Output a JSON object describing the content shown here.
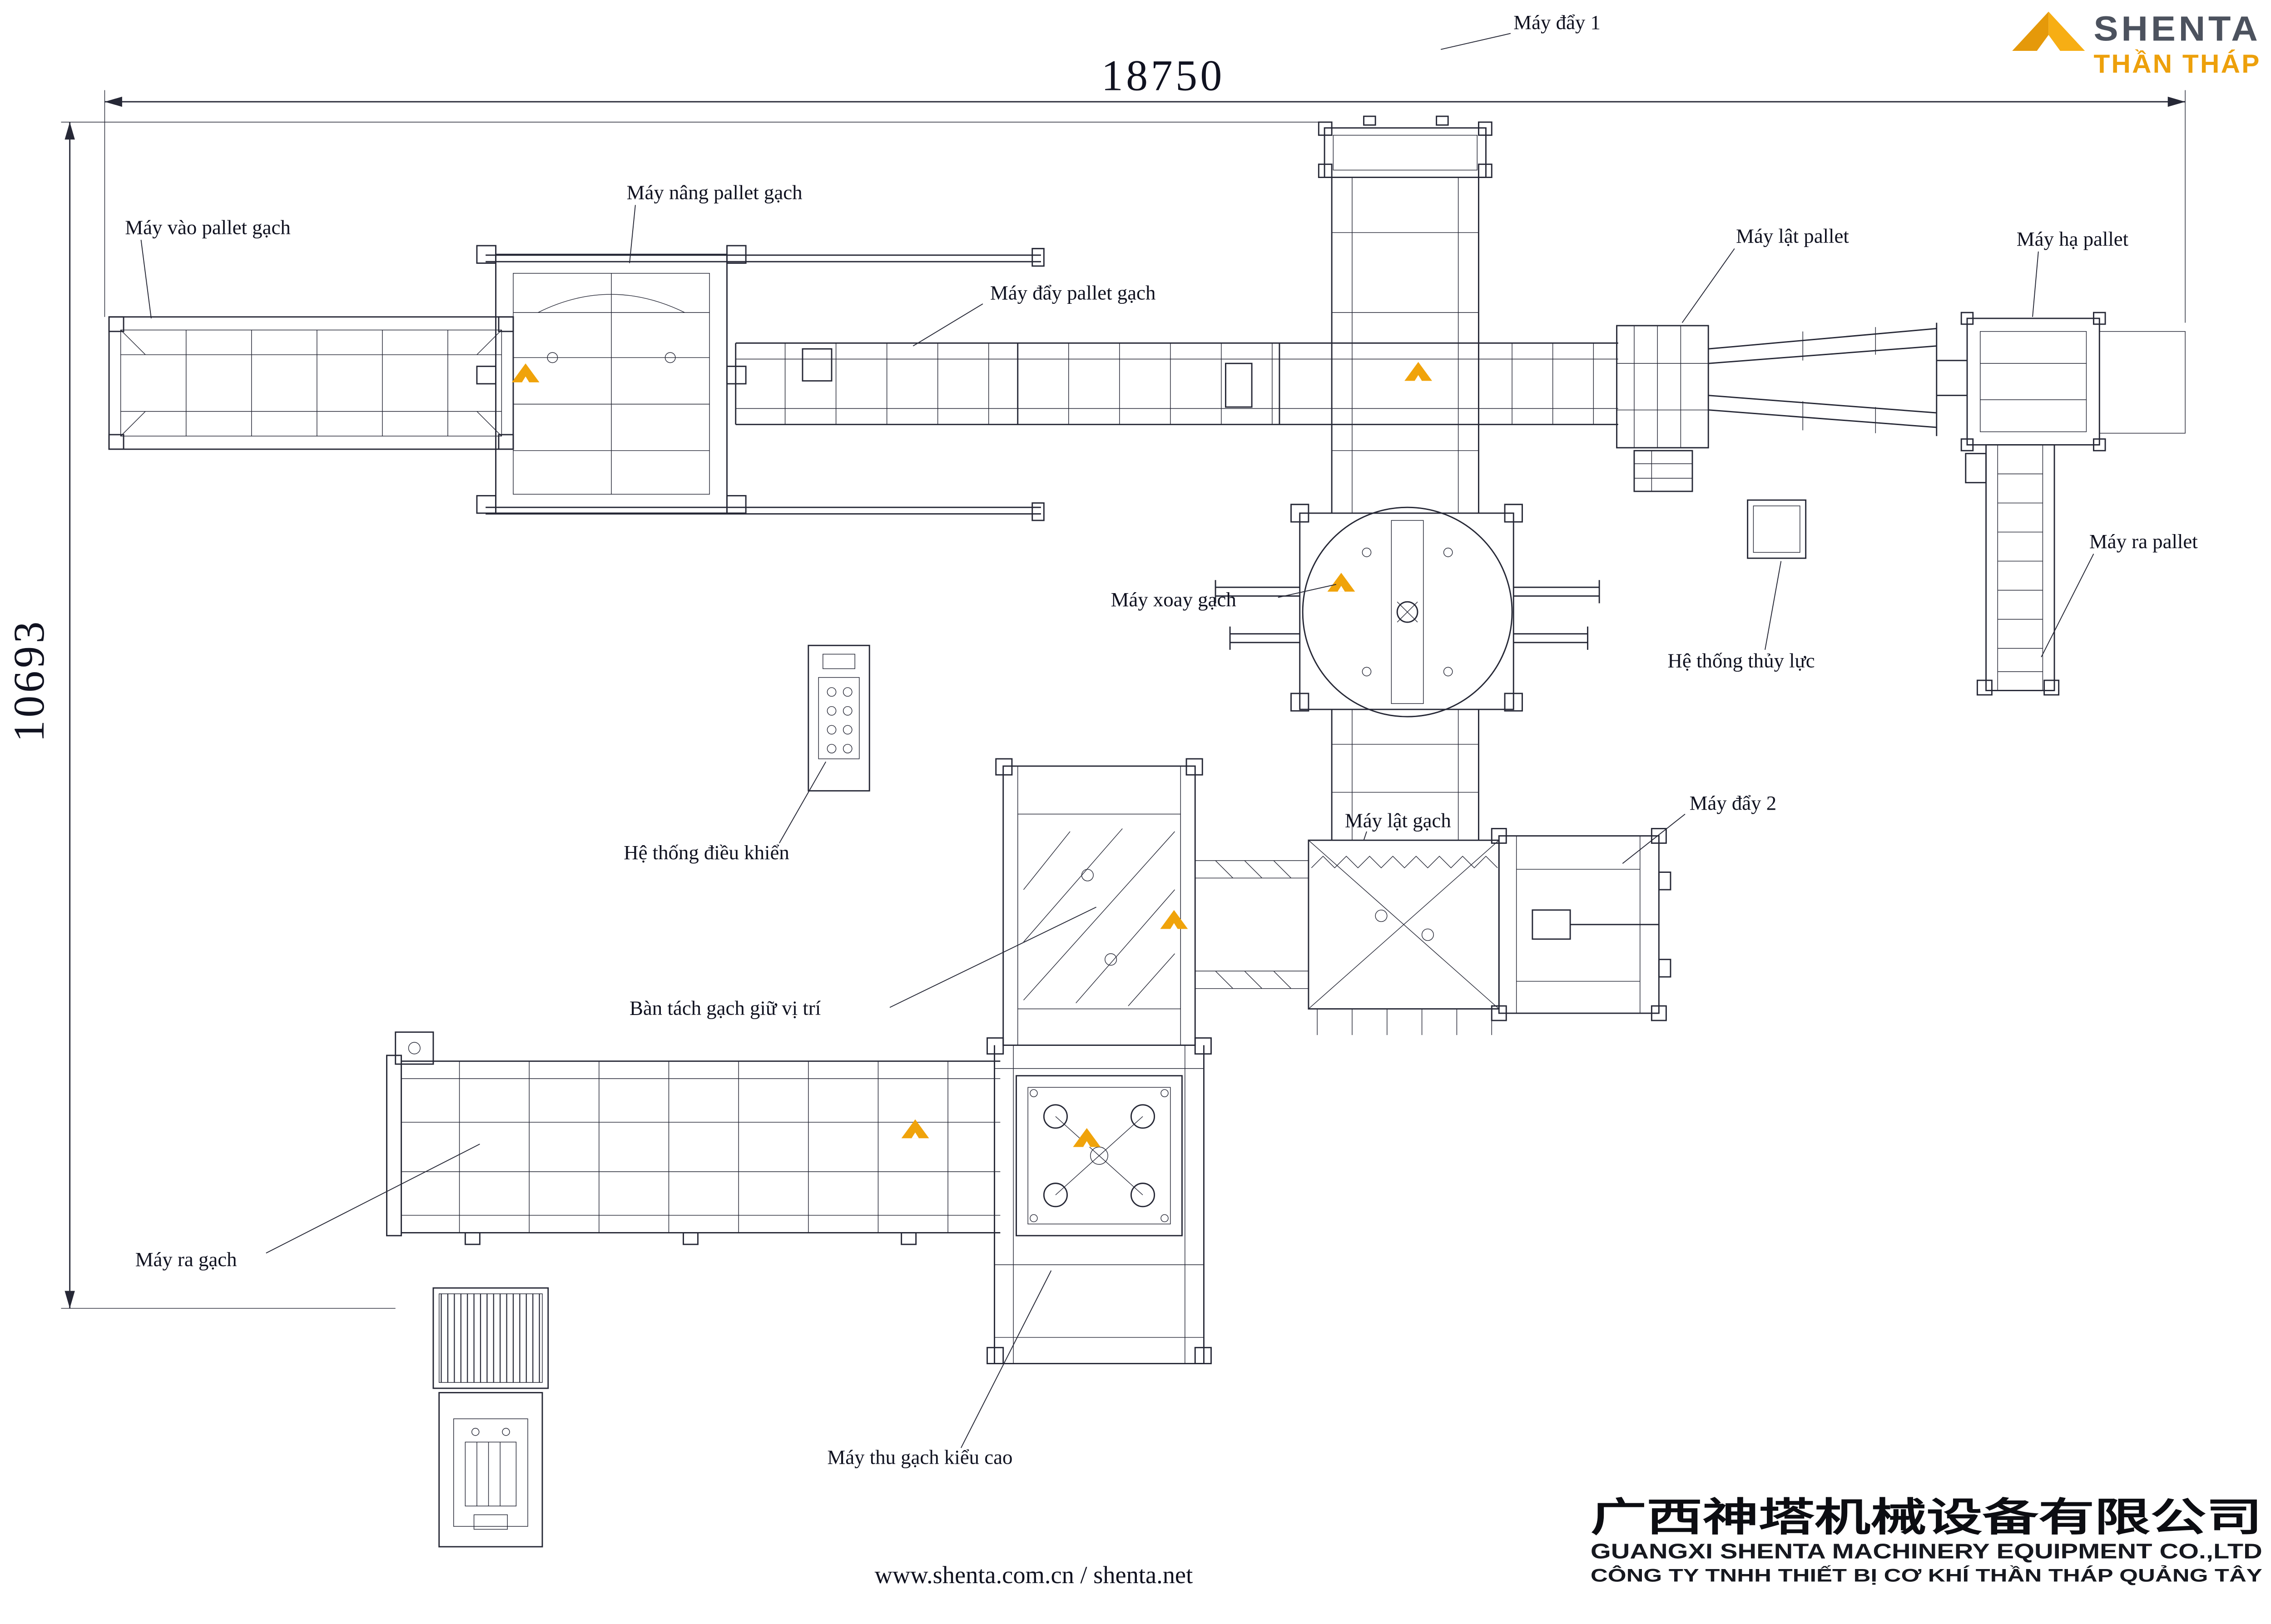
{
  "dimensions": {
    "width": "18750",
    "height": "10693"
  },
  "brand": {
    "name": "SHENTA",
    "tagline": "THẦN THÁP",
    "accent": "#F0A30A"
  },
  "labels": {
    "may_vao_pallet_gach": "Máy vào pallet gạch",
    "may_nang_pallet_gach": "Máy nâng pallet gạch",
    "may_day_pallet_gach": "Máy đẩy pallet gạch",
    "may_day_1": "Máy đẩy 1",
    "may_lat_pallet": "Máy lật pallet",
    "may_ha_pallet": "Máy hạ pallet",
    "may_ra_pallet": "Máy ra pallet",
    "may_xoay_gach": "Máy xoay gạch",
    "he_thong_thuy_luc": "Hệ thống thủy lực",
    "he_thong_dieu_khien": "Hệ thống điều khiển",
    "may_lat_gach": "Máy lật gạch",
    "may_day_2": "Máy đẩy 2",
    "ban_tach_gach_giu_vi_tri": "Bàn tách gạch giữ vị trí",
    "may_ra_gach": "Máy ra gạch",
    "may_thu_gach_kieu_cao": "Máy thu gạch kiểu cao"
  },
  "footer": {
    "websites": "www.shenta.com.cn / shenta.net",
    "company_cn": "广西神塔机械设备有限公司",
    "company_en": "GUANGXI SHENTA MACHINERY EQUIPMENT CO.,LTD",
    "company_vi": "CÔNG TY TNHH THIẾT BỊ CƠ KHÍ THẦN THÁP QUẢNG TÂY"
  }
}
